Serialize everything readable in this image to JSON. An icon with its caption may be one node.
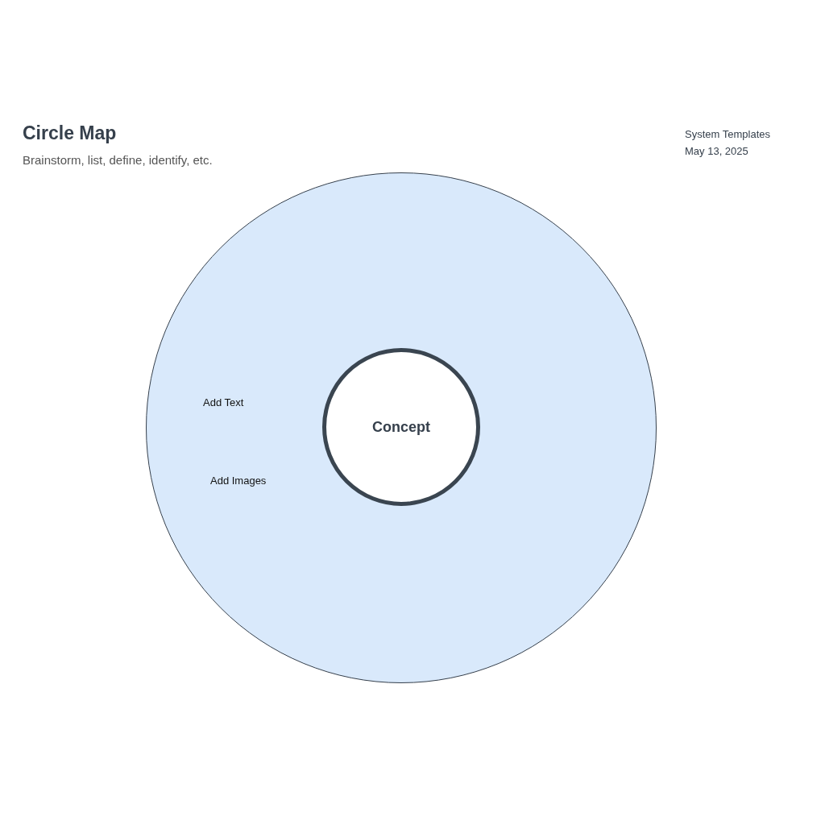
{
  "diagram": {
    "title": "Circle Map",
    "nodes": [
      {
        "text": [
          "Add Text",
          "Add Images"
        ]
      },
      {
        "text": [
          "Concept"
        ],
        "in": 0
      }
    ],
    "labels": [
      "Brainstorm, list, define, identify, etc.",
      "System Templates",
      "May 13, 2025"
    ]
  }
}
